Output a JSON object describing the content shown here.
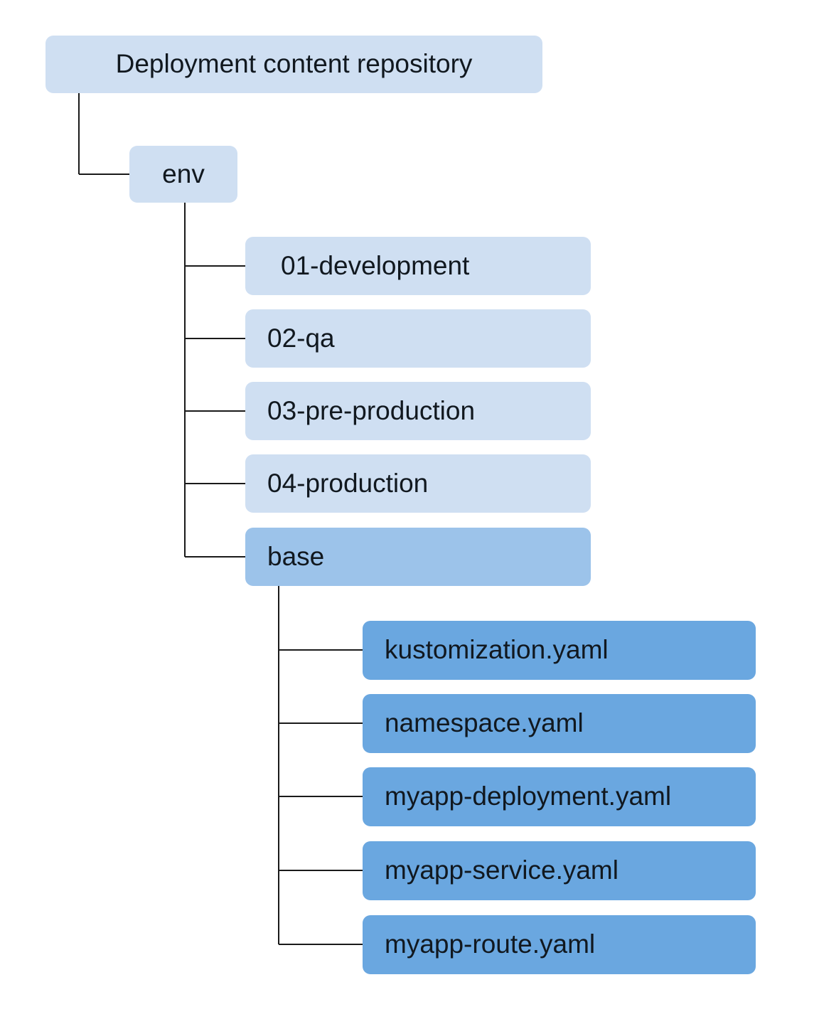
{
  "diagram": {
    "title": "Deployment content repository",
    "type": "tree",
    "colors": {
      "level1_fill": "#cfdff2",
      "level2_fill": "#cfdff2",
      "base_fill": "#9cc3ea",
      "leaf_fill": "#6aa7e0",
      "connector": "#1a1a1a",
      "text": "#11181f",
      "background": "#ffffff"
    },
    "root": {
      "label": "Deployment content repository"
    },
    "env": {
      "label": "env"
    },
    "env_children": [
      {
        "label": "01-development"
      },
      {
        "label": "02-qa"
      },
      {
        "label": "03-pre-production"
      },
      {
        "label": "04-production"
      }
    ],
    "base": {
      "label": "base"
    },
    "base_children": [
      {
        "label": "kustomization.yaml"
      },
      {
        "label": "namespace.yaml"
      },
      {
        "label": "myapp-deployment.yaml"
      },
      {
        "label": "myapp-service.yaml"
      },
      {
        "label": "myapp-route.yaml"
      }
    ]
  }
}
